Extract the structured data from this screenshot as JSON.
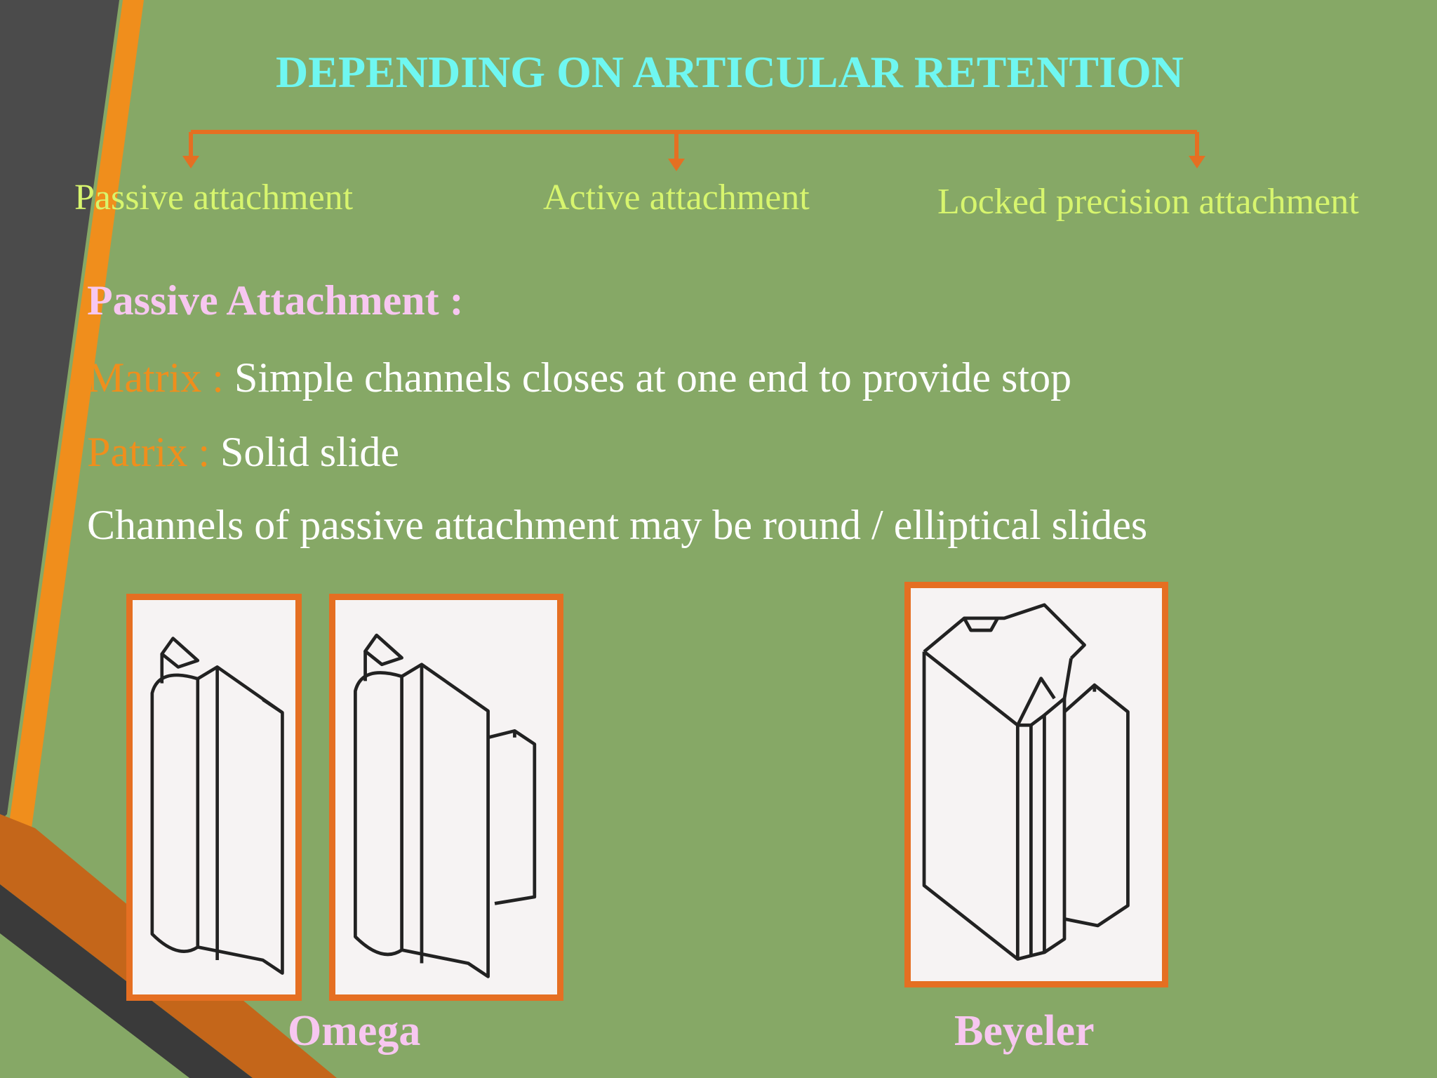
{
  "slide": {
    "title": "DEPENDING ON ARTICULAR RETENTION",
    "branches": [
      "Passive attachment",
      "Active attachment",
      "Locked precision attachment"
    ],
    "heading": "Passive Attachment :",
    "matrix": {
      "label": "Matrix :",
      "text": " Simple channels closes at one end to provide stop"
    },
    "patrix": {
      "label": "Patrix :",
      "text": " Solid slide"
    },
    "note": "Channels of passive attachment may be round / elliptical slides",
    "captions": [
      "Omega",
      "Beyeler"
    ],
    "images": [
      "omega-matrix-drawing",
      "omega-patrix-drawing",
      "beyeler-drawing"
    ]
  },
  "colors": {
    "background": "#86a866",
    "title": "#6ff7f1",
    "branch_text": "#d7f56e",
    "accent_orange": "#e56f22",
    "heading_pink": "#f7c7f0",
    "key_orange": "#f08e1c",
    "dark_stripe": "#3d3d3d"
  }
}
